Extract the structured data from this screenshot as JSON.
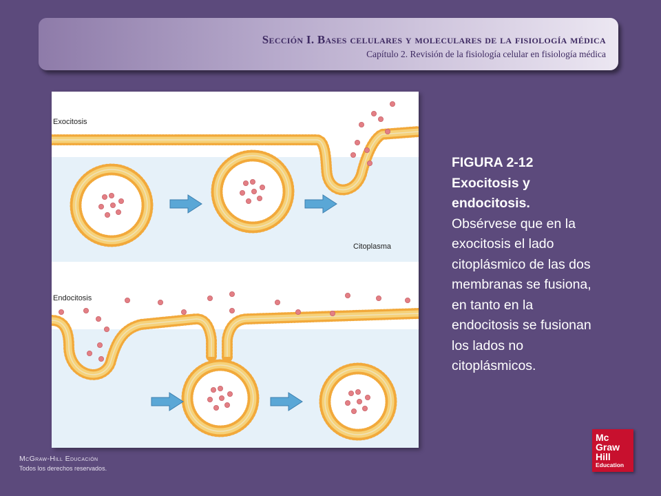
{
  "header": {
    "section": "Sección I.  Bases celulares y moleculares de la fisiología médica",
    "chapter": "Capítulo 2.  Revisión de la fisiología celular en fisiología médica"
  },
  "figure": {
    "label_exocytosis": "Exocitosis",
    "label_cytoplasm": "Citoplasma",
    "label_endocytosis": "Endocitosis"
  },
  "caption": {
    "title": "FIGURA 2-12 Exocitosis y endocitosis.",
    "body": "Obsérvese que en la exocitosis el lado citoplásmico de las dos membranas se fusiona, en tanto en la endocitosis se fusionan los lados no citoplásmicos."
  },
  "footer": {
    "brand": "McGraw-Hill Educación",
    "rights": "Todos los derechos reservados."
  },
  "logo": {
    "line1": "Mc",
    "line2": "Graw",
    "line3": "Hill",
    "line4": "Education"
  },
  "colors": {
    "background": "#5c4a7c",
    "membrane_head": "#f2a93b",
    "membrane_tail": "#f6d27a",
    "cytoplasm": "#e6f1f9",
    "particle": "#e37f85",
    "arrow": "#5aa7d6",
    "logo_red": "#c8102e"
  },
  "icons": {
    "arrow": "right-arrow-icon",
    "logo": "mcgraw-hill-logo"
  }
}
